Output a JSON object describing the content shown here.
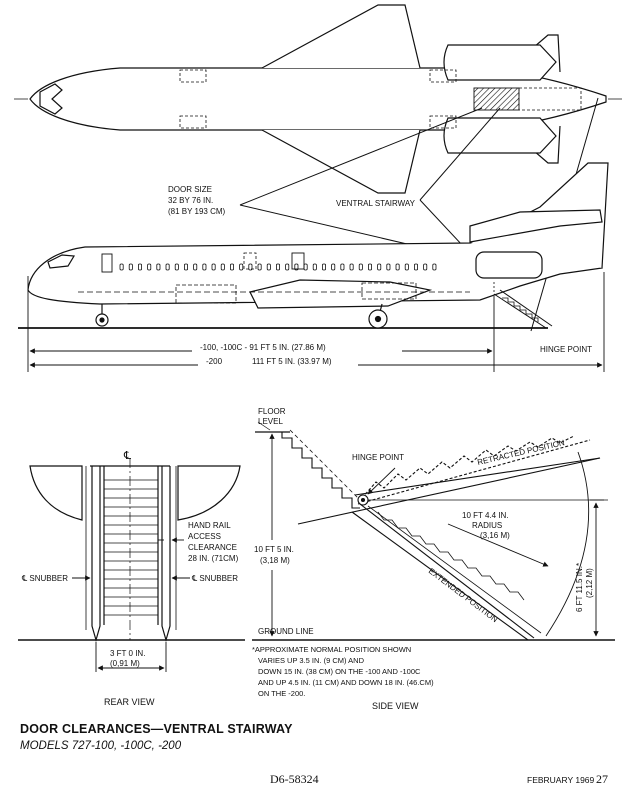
{
  "top": {
    "door_size": [
      "DOOR SIZE",
      "32 BY 76 IN.",
      "(81 BY 193 CM)"
    ],
    "ventral_stairway": "VENTRAL STAIRWAY",
    "hinge_point": "HINGE POINT",
    "dim_line1": "-100, -100C - 91 FT 5 IN. (27.86 M)",
    "dim_line2_model": "-200",
    "dim_line2_value": "111 FT 5 IN. (33.97 M)"
  },
  "rear_view": {
    "centerline": "℄",
    "hand_rail": [
      "HAND RAIL",
      "ACCESS",
      "CLEARANCE",
      "28 IN. (71CM)"
    ],
    "snubber_left": "℄ SNUBBER",
    "snubber_right": "℄ SNUBBER",
    "width": [
      "3 FT 0 IN.",
      "(0,91 M)"
    ],
    "label": "REAR VIEW"
  },
  "side_view": {
    "floor_level": [
      "FLOOR",
      "LEVEL"
    ],
    "hinge_point": "HINGE POINT",
    "retracted": "RETRACTED POSITION",
    "radius": [
      "10 FT 4.4 IN.",
      "RADIUS",
      "(3,16 M)"
    ],
    "extended": "EXTENDED POSITION",
    "height": [
      "10 FT 5 IN.",
      "(3,18 M)"
    ],
    "rise": [
      "6 FT 11.5 IN.*",
      "(2,12 M)"
    ],
    "ground_line": "GROUND LINE",
    "note": [
      "*APPROXIMATE NORMAL POSITION SHOWN",
      "VARIES UP 3.5 IN. (9 CM) AND",
      "DOWN 15 IN. (38 CM) ON THE -100 AND -100C",
      "AND UP  4.5 IN. (11 CM) AND DOWN 18 IN. (46.CM)",
      "ON THE -200."
    ],
    "label": "SIDE VIEW"
  },
  "caption": {
    "title": "DOOR CLEARANCES—VENTRAL STAIRWAY",
    "subtitle": "MODELS 727-100, -100C, -200"
  },
  "footer": {
    "doc_number": "D6-58324",
    "date": "FEBRUARY 1969",
    "page": "27"
  }
}
